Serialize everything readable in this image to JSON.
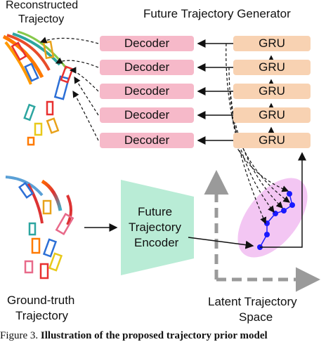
{
  "labels": {
    "reconstructed": [
      "Reconstructed",
      "Trajectoy"
    ],
    "generator_title": "Future Trajectory Generator",
    "encoder": [
      "Future",
      "Trajectory",
      "Encoder"
    ],
    "ground_truth": [
      "Ground-truth",
      "Trajectory"
    ],
    "latent": [
      "Latent Trajectory",
      "Space"
    ]
  },
  "decoders": [
    "Decoder",
    "Decoder",
    "Decoder",
    "Decoder",
    "Decoder"
  ],
  "grus": [
    "GRU",
    "GRU",
    "GRU",
    "GRU",
    "GRU"
  ],
  "caption": {
    "prefix": "Figure 3. ",
    "bold": "Illustration of the proposed trajectory prior model"
  },
  "colors": {
    "decoder": "#f6b9c9",
    "gru": "#f8d2b2",
    "encoder": "#b9ecd6",
    "latent_ellipse": "#f3c6f3",
    "latent_point": "#1a1aff",
    "axis": "#9a9a9a"
  }
}
